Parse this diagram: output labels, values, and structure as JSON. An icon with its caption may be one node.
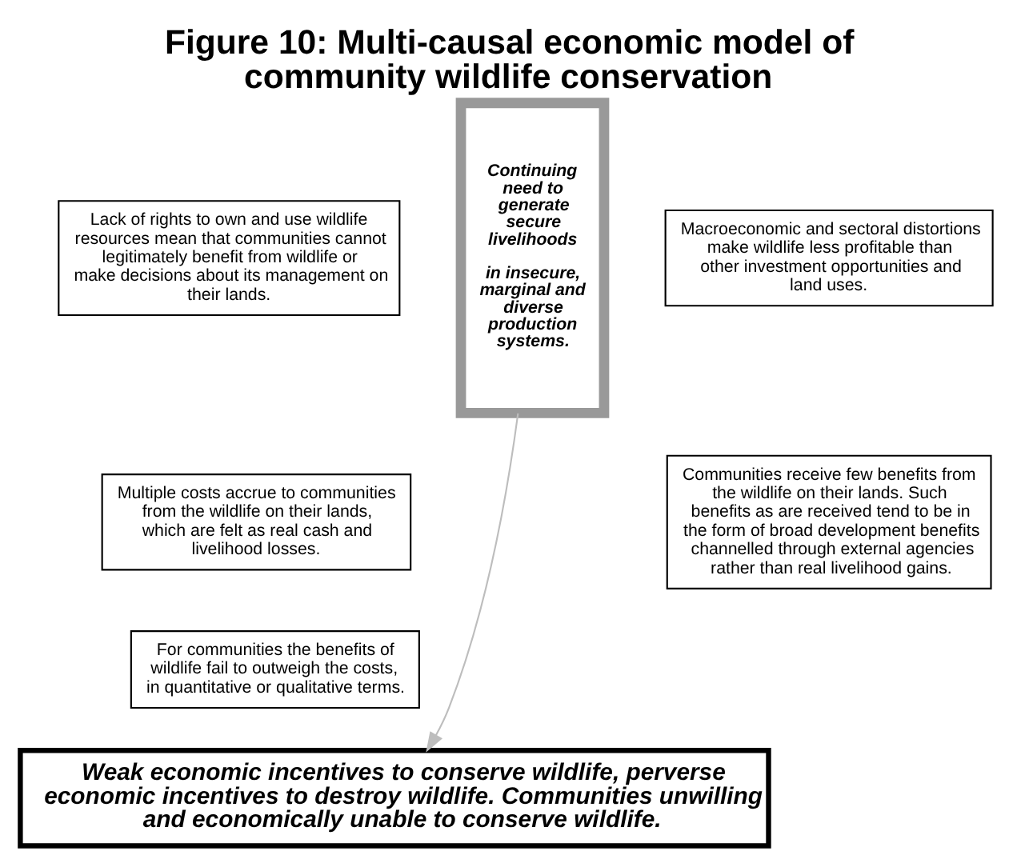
{
  "diagram": {
    "title": "Figure 10: Multi-causal economic model of community wildlife conservation",
    "nodes": [
      {
        "text": [
          "Lack of rights to own and use wildlife resources mean that communities cannot legitimately benefit from wildlife or make decisions about its management on their lands."
        ]
      },
      {
        "text": [
          "Continuing need to generate secure livelihoods",
          "in insecure, marginal and diverse production systems."
        ]
      },
      {
        "text": [
          "Macroeconomic and sectoral distortions make wildlife less profitable than other investment opportunities and land uses."
        ]
      },
      {
        "text": [
          "Multiple costs accrue to communities from the wildlife on their lands, which are felt as real cash and livelihood losses."
        ]
      },
      {
        "text": [
          "Communities receive few benefits from the wildlife on their lands. Such benefits as are received tend to be in the form of broad development benefits channelled through external agencies rather than real livelihood gains."
        ]
      },
      {
        "text": [
          "For communities the benefits of wildlife fail to outweigh the costs, in quantitative or qualitative terms."
        ]
      },
      {
        "text": [
          "Weak economic incentives to conserve wildlife, perverse economic incentives to destroy wildlife. Communities unwilling and economically unable to conserve wildlife."
        ]
      }
    ],
    "edges": [
      {
        "from": 1,
        "to": 6,
        "arrow": "to",
        "color": "#bdbdbd"
      }
    ]
  }
}
